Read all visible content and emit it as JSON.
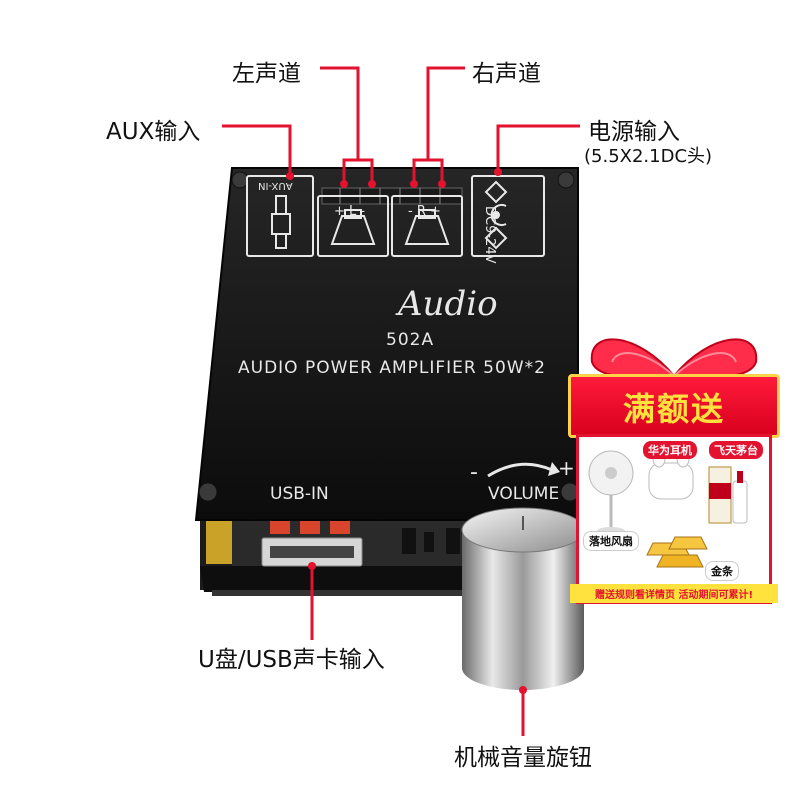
{
  "callouts": {
    "left_channel": "左声道",
    "right_channel": "右声道",
    "aux_input": "AUX输入",
    "power_input": "电源输入",
    "power_input_spec": "(5.5X2.1DC头)",
    "usb_input": "U盘/USB声卡输入",
    "volume_knob": "机械音量旋钮"
  },
  "board": {
    "aux_label": "AUX-IN",
    "left_terminal": "+ L -",
    "right_terminal": "- R +",
    "power_label": "DC9-24V",
    "brand": "Audio",
    "model": "502A",
    "description": "AUDIO POWER AMPLIFIER 50W*2",
    "usb_label": "USB-IN",
    "volume_label": "VOLUME",
    "volume_minus": "-",
    "volume_plus": "+"
  },
  "promo": {
    "title": "满额送",
    "items": [
      "华为耳机",
      "飞天茅台",
      "落地风扇",
      "金条"
    ],
    "footer": "赠送规则看详情页 活动期间可累计!"
  },
  "colors": {
    "callout_line": "#e3122e",
    "board": "#151515",
    "promo_red": "#e3122e",
    "promo_gold": "#ffd24a"
  }
}
